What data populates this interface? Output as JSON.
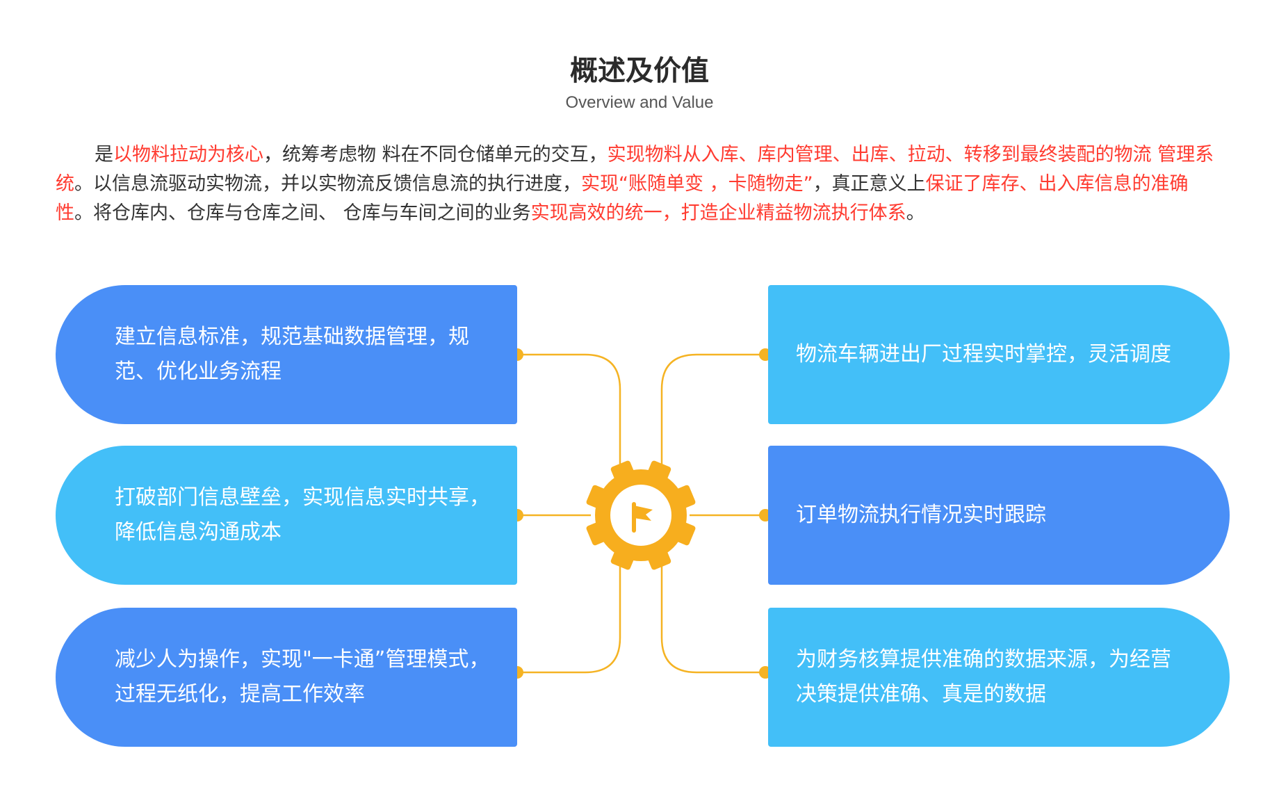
{
  "header": {
    "title": "概述及价值",
    "subtitle": "Overview and Value"
  },
  "intro": {
    "segments": [
      {
        "text": "是",
        "highlight": false
      },
      {
        "text": "以物料拉动为核心",
        "highlight": true
      },
      {
        "text": "，统筹考虑物 料在不同仓储单元的交互，",
        "highlight": false
      },
      {
        "text": "实现物料从入库、库内管理、出库、拉动、转移到最终装配的物流 管理系统",
        "highlight": true
      },
      {
        "text": "。以信息流驱动实物流，并以实物流反馈信息流的执行进度，",
        "highlight": false
      },
      {
        "text": "实现“账随单变 ，卡随物走”",
        "highlight": true
      },
      {
        "text": "，真正意义上",
        "highlight": false
      },
      {
        "text": "保证了库存、出入库信息的准确性",
        "highlight": true
      },
      {
        "text": "。将仓库内、仓库与仓库之间、 仓库与车间之间的业务",
        "highlight": false
      },
      {
        "text": "实现高效的统一，打造企业精益物流执行体系",
        "highlight": true
      },
      {
        "text": "。",
        "highlight": false
      }
    ]
  },
  "cards": {
    "left_1": "建立信息标准，规范基础数据管理，规范、优化业务流程",
    "left_2": "打破部门信息壁垒，实现信息实时共享，降低信息沟通成本",
    "left_3": "减少人为操作，实现\"一卡通”管理模式，过程无纸化，提高工作效率",
    "right_1": "物流车辆进出厂过程实时掌控，灵活调度",
    "right_2": "订单物流执行情况实时跟踪",
    "right_3": "为财务核算提供准确的数据来源，为经营决策提供准确、真是的数据"
  },
  "center": {
    "icon": "flag-gear-icon"
  },
  "colors": {
    "card_dark": "#4a8ff7",
    "card_light": "#43bff8",
    "gear": "#f7ae1e",
    "connector": "#f5b323",
    "highlight_text": "#ff3b30"
  }
}
